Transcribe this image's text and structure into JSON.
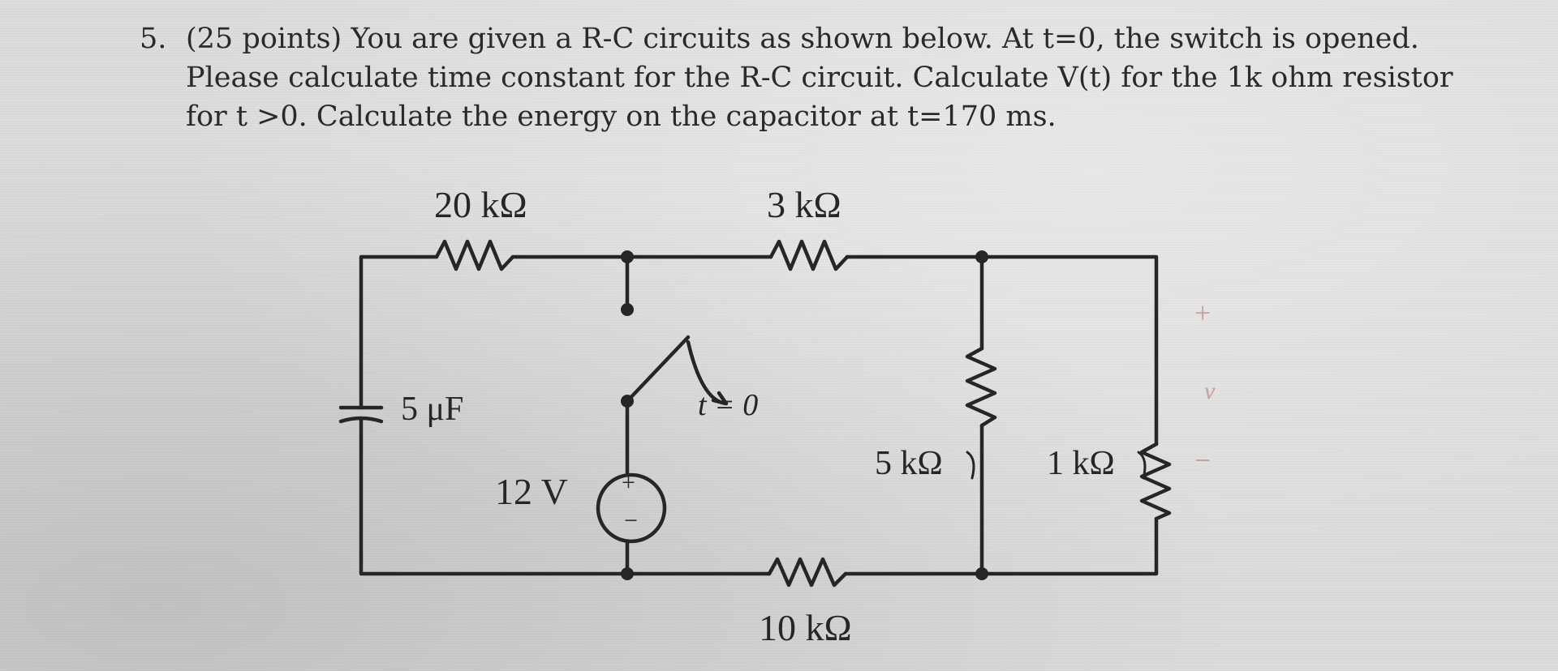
{
  "problem": {
    "number": "5.",
    "lines": [
      "(25 points) You are given a R-C circuits as shown below. At t=0, the switch is opened.",
      "Please calculate time constant for the R-C circuit. Calculate V(t) for the 1k ohm resistor",
      "for t >0. Calculate the energy on the capacitor at t=170 ms."
    ]
  },
  "circuit": {
    "labels": {
      "r20": "20 kΩ",
      "r3": "3 kΩ",
      "cap": "5 μF",
      "switch": "t = 0",
      "source": "12 V",
      "r5": "5 kΩ",
      "r1": "1 kΩ",
      "r10": "10 kΩ",
      "v_plus": "+",
      "v_label": "v",
      "v_minus": "−",
      "src_plus": "+",
      "src_minus": "−"
    },
    "colors": {
      "ink": "#262626",
      "annotation": "#c9a0a0"
    }
  }
}
